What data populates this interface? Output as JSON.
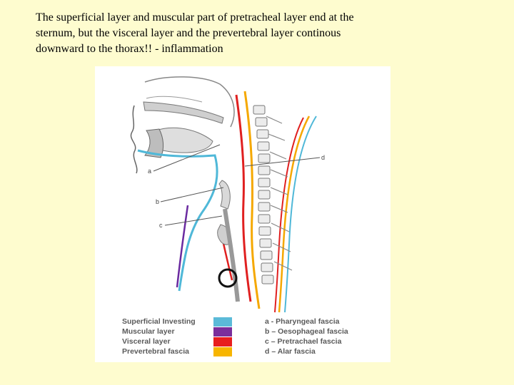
{
  "caption": {
    "line1": "The superficial layer and muscular part of pretracheal layer end at the",
    "line2": "sternum, but the visceral layer and the prevertebral layer continous",
    "line3": "downward to the thorax!! - inflammation"
  },
  "figure": {
    "labels": {
      "a": "a",
      "b": "b",
      "c": "c",
      "d": "d"
    },
    "colors": {
      "superficial": "#4fb8d8",
      "muscular": "#6a2aa0",
      "visceral": "#e02020",
      "prevertebral": "#f5a800",
      "bone": "#777777"
    }
  },
  "legend": {
    "rows": [
      {
        "label": "Superficial Investing",
        "color": "#5bbad8",
        "key": "a - Pharyngeal fascia"
      },
      {
        "label": "Muscular layer",
        "color": "#7a2e9c",
        "key": "b – Oesophageal fascia"
      },
      {
        "label": "Visceral layer",
        "color": "#e81e1e",
        "key": "c – Pretrachael fascia"
      },
      {
        "label": "Prevertebral fascia",
        "color": "#f7b500",
        "key": "d – Alar fascia"
      }
    ]
  }
}
